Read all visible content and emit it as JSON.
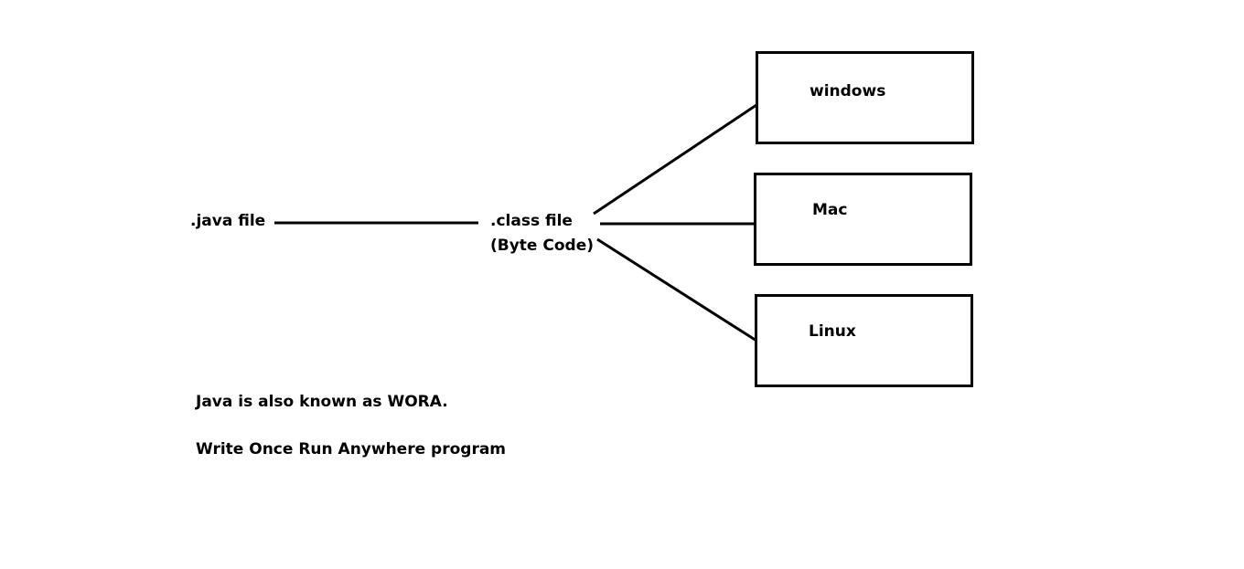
{
  "source_node": {
    "label": ".java file"
  },
  "bytecode_node": {
    "line1": ".class file",
    "line2": "(Byte Code)"
  },
  "platforms": [
    {
      "label": "windows"
    },
    {
      "label": "Mac"
    },
    {
      "label": "Linux"
    }
  ],
  "notes": {
    "line1": "Java is also known as WORA.",
    "line2": "Write Once Run Anywhere program"
  },
  "colors": {
    "stroke": "#000000",
    "background": "#ffffff"
  }
}
